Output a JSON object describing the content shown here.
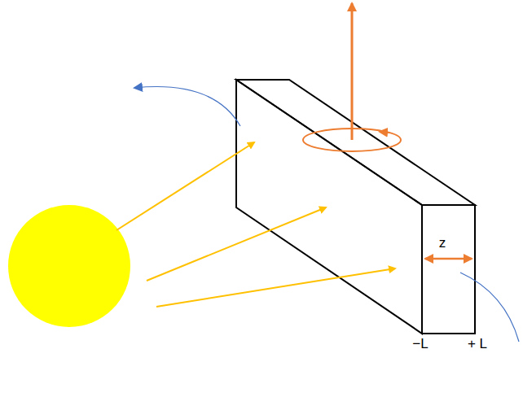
{
  "diagram": {
    "labels": [
      "z",
      "−L",
      "+ L"
    ]
  }
}
